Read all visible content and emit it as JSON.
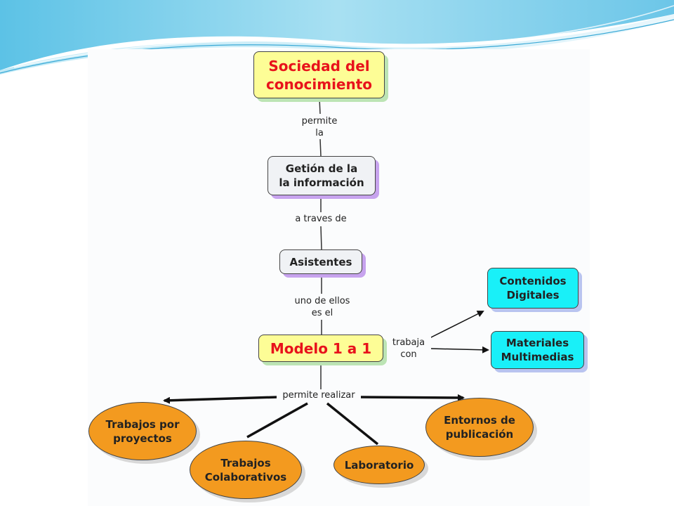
{
  "colors": {
    "yellow_node": "#fdfd96",
    "gray_node": "#f0f2f5",
    "cyan_node": "#19f0f8",
    "orange_node": "#f39a1f",
    "red_text": "#e8121b",
    "header_blue": "#7fd1ec"
  },
  "nodes": {
    "sociedad": "Sociedad del\nconocimiento",
    "gestion": "Getión de la\nla información",
    "asistentes": "Asistentes",
    "modelo": "Modelo 1 a 1",
    "contenidos": "Contenidos\nDigitales",
    "materiales": "Materiales\nMultimedias",
    "trabajos_proyectos": "Trabajos por\nproyectos",
    "trabajos_colaborativos": "Trabajos\nColaborativos",
    "laboratorio": "Laboratorio",
    "entornos": "Entornos de\npublicación"
  },
  "links": {
    "permite_la": "permite\nla",
    "a_traves_de": "a traves de",
    "uno_de_ellos": "uno de ellos\nes el",
    "trabaja_con": "trabaja\ncon",
    "permite_realizar": "permite realizar"
  }
}
